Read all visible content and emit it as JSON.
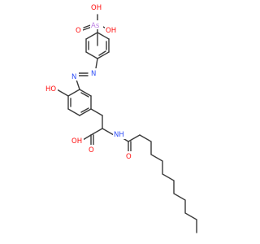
{
  "colors": {
    "bond": "#3a3a3a",
    "oxygen": "#ff0d0d",
    "nitrogen": "#3050f8",
    "arsenic": "#bd80e3",
    "background": "#ffffff"
  },
  "labels": {
    "as_oh_top": "OH",
    "as_o_left": "O",
    "as_atom": "As",
    "as_oh_right": "OH",
    "azo_n1": "N",
    "azo_n2": "N",
    "phenol_oh": "HO",
    "acid_oh": "OH",
    "acid_o": "O",
    "amide_nh": "NH",
    "amide_o": "O"
  }
}
